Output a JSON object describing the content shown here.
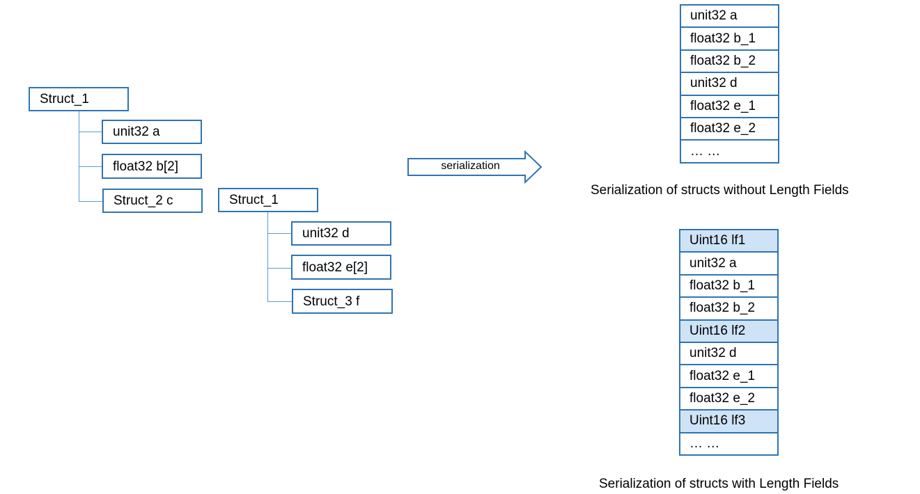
{
  "tree1": {
    "root": "Struct_1",
    "children": [
      "unit32 a",
      "float32 b[2]",
      "Struct_2 c"
    ]
  },
  "tree2": {
    "root": "Struct_1",
    "children": [
      "unit32 d",
      "float32 e[2]",
      "Struct_3 f"
    ]
  },
  "arrow": {
    "label": "serialization"
  },
  "without_lf": {
    "cells": [
      "unit32 a",
      "float32 b_1",
      "float32 b_2",
      "unit32 d",
      "float32 e_1",
      "float32 e_2",
      "… …"
    ],
    "caption": "Serialization of structs  without Length Fields"
  },
  "with_lf": {
    "cells": [
      "Uint16 lf1",
      "unit32 a",
      "float32 b_1",
      "float32 b_2",
      "Uint16 lf2",
      "unit32 d",
      "float32 e_1",
      "float32 e_2",
      "Uint16 lf3",
      "… …"
    ],
    "caption": "Serialization of structs  with Length Fields"
  },
  "colors": {
    "border": "#2e74b5",
    "connector": "#5b9bd5",
    "length_field_fill": "#cfe3f6"
  }
}
